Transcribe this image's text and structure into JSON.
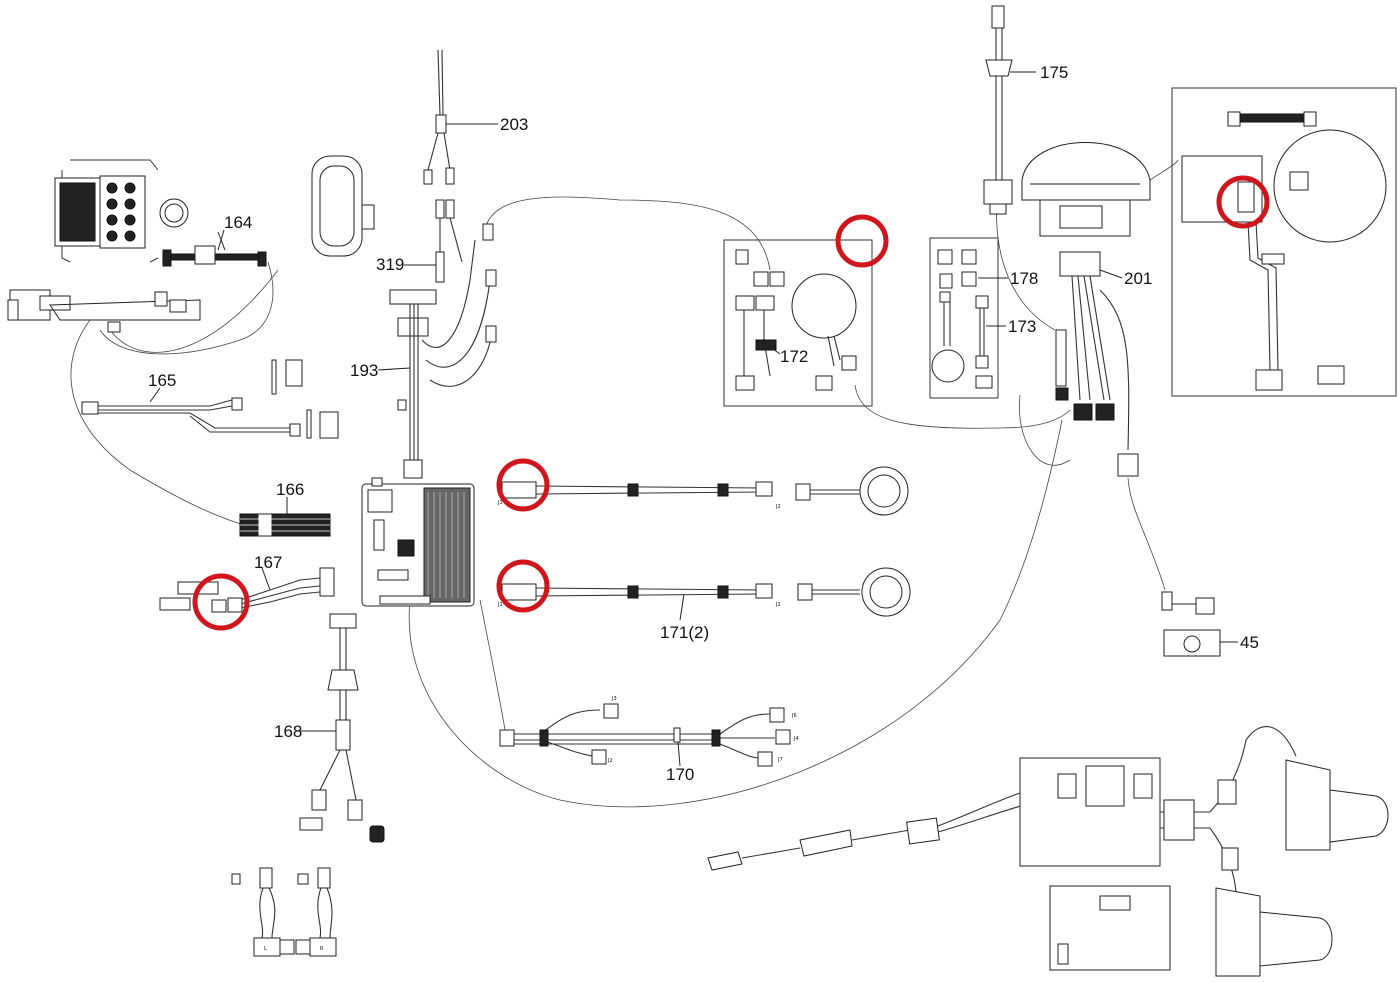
{
  "diagram": {
    "callouts": [
      {
        "id": "164",
        "label": "164"
      },
      {
        "id": "165",
        "label": "165"
      },
      {
        "id": "166",
        "label": "166"
      },
      {
        "id": "167",
        "label": "167"
      },
      {
        "id": "168",
        "label": "168"
      },
      {
        "id": "170",
        "label": "170"
      },
      {
        "id": "171",
        "label": "171(2)"
      },
      {
        "id": "172",
        "label": "172"
      },
      {
        "id": "173",
        "label": "173"
      },
      {
        "id": "175",
        "label": "175"
      },
      {
        "id": "178",
        "label": "178"
      },
      {
        "id": "193",
        "label": "193"
      },
      {
        "id": "201",
        "label": "201"
      },
      {
        "id": "203",
        "label": "203"
      },
      {
        "id": "319",
        "label": "319"
      },
      {
        "id": "45",
        "label": "45"
      }
    ],
    "connector_labels": {
      "j3": "J3",
      "j6": "J6",
      "j4": "J4",
      "j7": "J7",
      "j2": "J2",
      "j1a": "J1",
      "j2a": "J2",
      "j1b": "J1",
      "j2b": "J2",
      "l": "L",
      "r": "R"
    },
    "highlight_color": "#d0161d"
  }
}
